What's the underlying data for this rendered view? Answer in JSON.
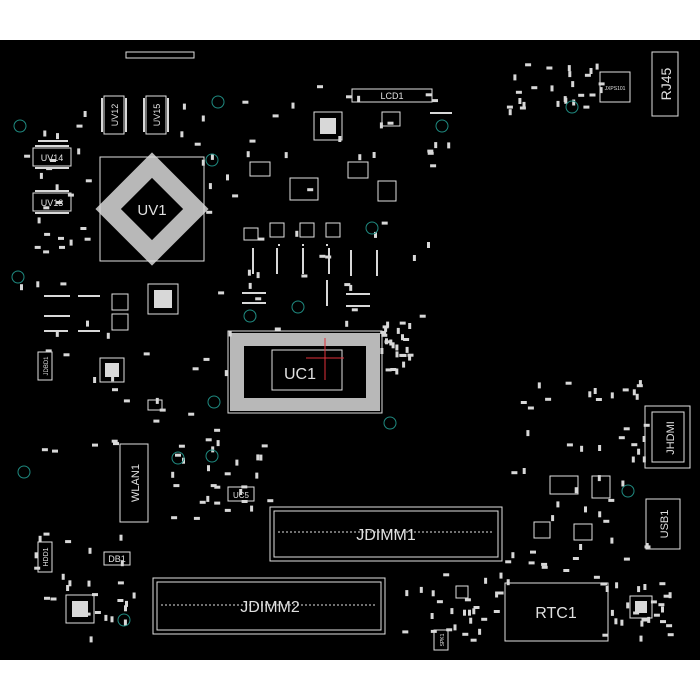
{
  "board": {
    "background": "#000000",
    "silkscreen_color": "#e0e0e0",
    "pad_color": "#d8d8d8",
    "via_color": "#1f8a80",
    "marker_color": "#e0303a"
  },
  "labels": {
    "uv1": "UV1",
    "uv12": "UV12",
    "uv15": "UV15",
    "uv14": "UV14",
    "uv13": "UV13",
    "uc1": "UC1",
    "lcd1": "LCD1",
    "jpd101": "JXPS101",
    "rj45": "RJ45",
    "jhdmi": "JHDMI",
    "usb1": "USB1",
    "wlan1": "WLAN1",
    "uc5": "UC5",
    "jdimm1": "JDIMM1",
    "jdimm2": "JDIMM2",
    "rtc1": "RTC1",
    "db1": "DB1",
    "hdd1": "HDD1",
    "jpwr": "JDBD1",
    "spk": "SPK1"
  }
}
